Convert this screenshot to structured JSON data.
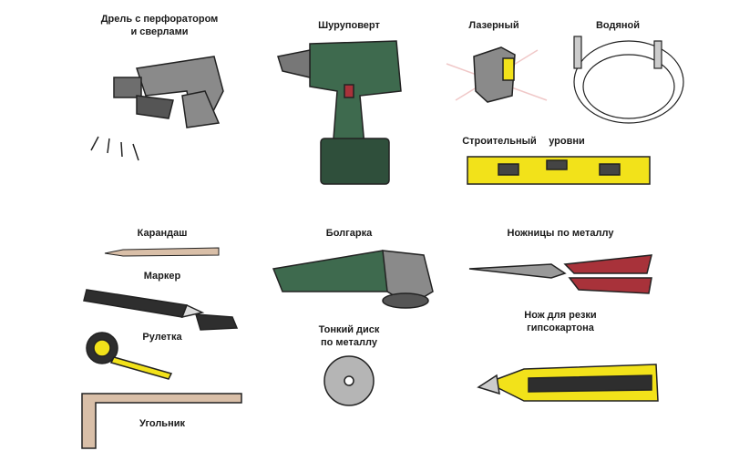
{
  "labels": {
    "drill_line1": "Дрель с перфоратором",
    "drill_line2": "и сверлами",
    "screwdriver": "Шуруповерт",
    "laser": "Лазерный",
    "water": "Водяной",
    "construction": "Строительный",
    "levels": "уровни",
    "pencil": "Карандаш",
    "marker": "Маркер",
    "tape": "Рулетка",
    "square": "Угольник",
    "grinder": "Болгарка",
    "disc_line1": "Тонкий диск",
    "disc_line2": "по металлу",
    "shears": "Ножницы по металлу",
    "knife_line1": "Нож для резки",
    "knife_line2": "гипсокартона"
  },
  "colors": {
    "gray": "#8a8a8a",
    "green": "#3e6a4e",
    "yellow": "#f2e21a",
    "red": "#a8323a",
    "dark": "#2e2e2e",
    "wood": "#d9bfa8"
  }
}
